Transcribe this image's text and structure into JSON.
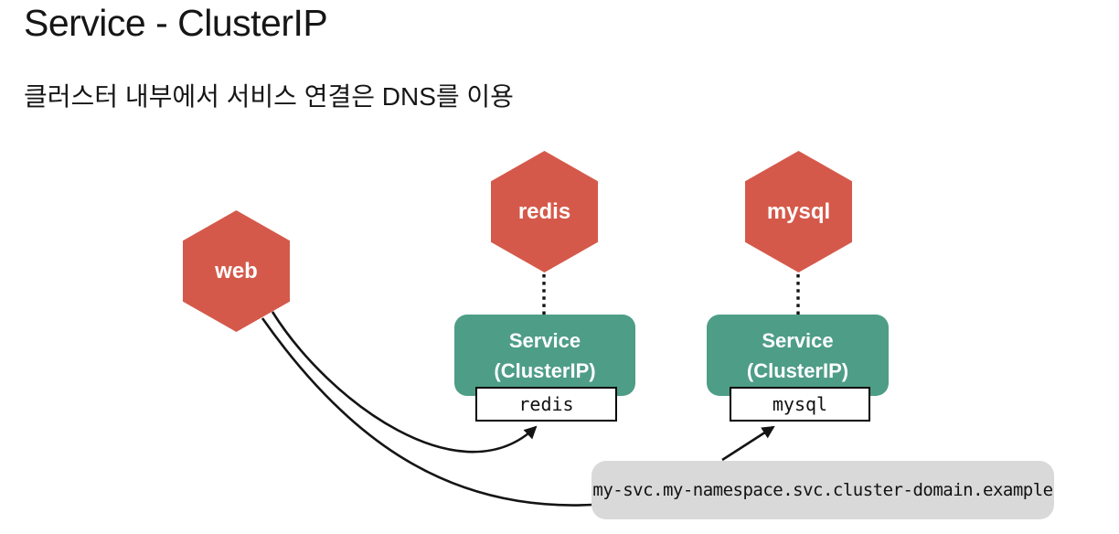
{
  "page": {
    "title": "Service - ClusterIP",
    "subtitle": "클러스터 내부에서 서비스 연결은 DNS를 이용"
  },
  "diagram": {
    "pods": [
      {
        "label": "web"
      },
      {
        "label": "redis"
      },
      {
        "label": "mysql"
      }
    ],
    "services": [
      {
        "title": "Service",
        "subtitle": "(ClusterIP)",
        "name_label": "redis"
      },
      {
        "title": "Service",
        "subtitle": "(ClusterIP)",
        "name_label": "mysql"
      }
    ],
    "dns": {
      "address": "my-svc.my-namespace.svc.cluster-domain.example"
    },
    "colors": {
      "pod_fill": "#d5594a",
      "service_fill": "#4e9d87",
      "dns_box_fill": "#d9d9d9",
      "line_color": "#141414"
    }
  }
}
